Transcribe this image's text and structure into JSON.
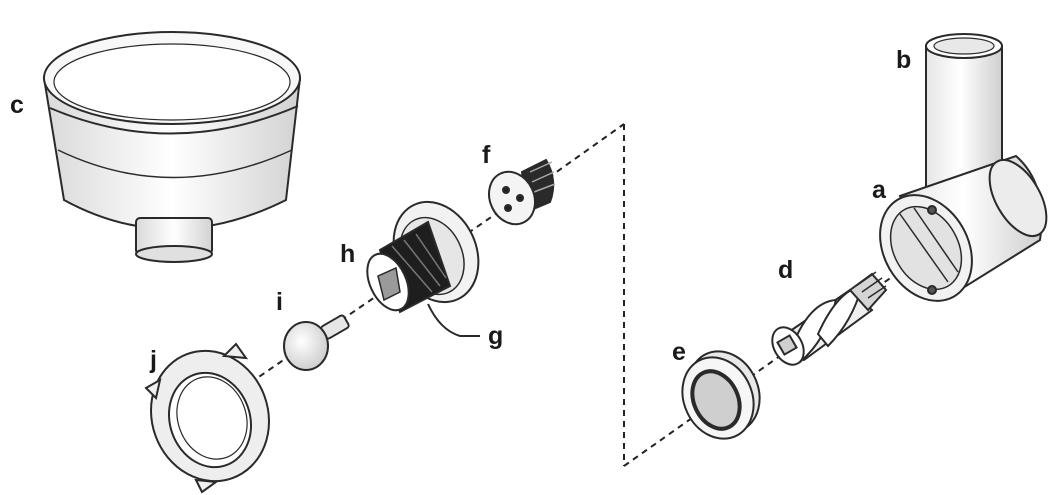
{
  "labels": {
    "a": "a",
    "b": "b",
    "c": "c",
    "d": "d",
    "e": "e",
    "f": "f",
    "g": "g",
    "h": "h",
    "i": "i",
    "j": "j"
  },
  "colors": {
    "stroke": "#2a2a2a",
    "fill": "#f4f4f4",
    "shade": "#d8d8d8",
    "dark": "#1e1e1e"
  }
}
